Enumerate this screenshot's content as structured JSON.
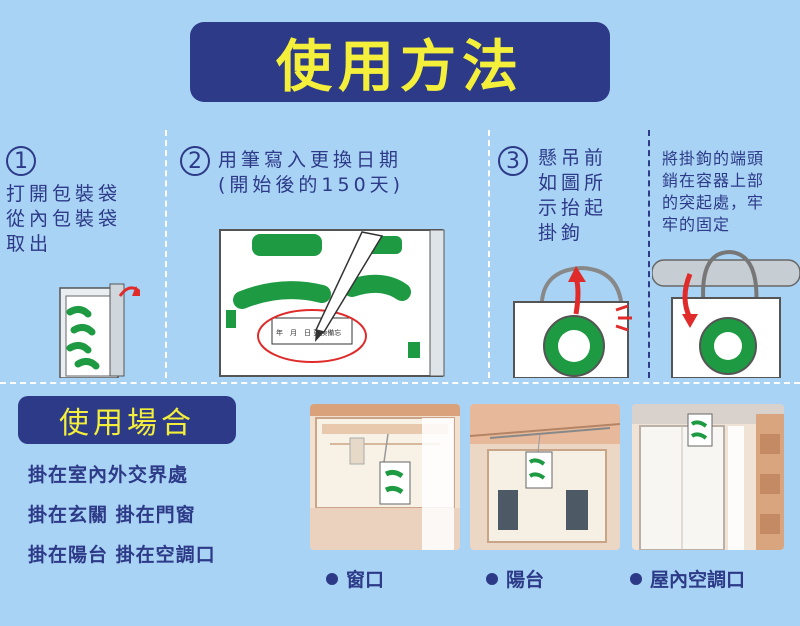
{
  "title": "使用方法",
  "steps": [
    {
      "num": "1",
      "text": "打開包裝袋\n從內包裝袋\n取出"
    },
    {
      "num": "2",
      "text": "用筆寫入更換日期\n(開始後的150天)",
      "label_text": "年　月　日 更換備忘"
    },
    {
      "num": "3",
      "text": "懸吊前\n如圖所\n示抬起\n掛鉤"
    },
    {
      "text": "將掛鉤的端頭\n銷在容器上部\n的突起處，牢\n牢的固定"
    }
  ],
  "usage": {
    "title": "使用場合",
    "lines": [
      "掛在室內外交界處",
      "掛在玄關  掛在門窗",
      "掛在陽台  掛在空調口"
    ]
  },
  "captions": [
    "窗口",
    "陽台",
    "屋內空調口"
  ],
  "colors": {
    "background": "#a9d3f5",
    "navy": "#2c3a87",
    "yellow": "#f3ef3a",
    "green": "#1e9a43",
    "red": "#e02b2b"
  }
}
